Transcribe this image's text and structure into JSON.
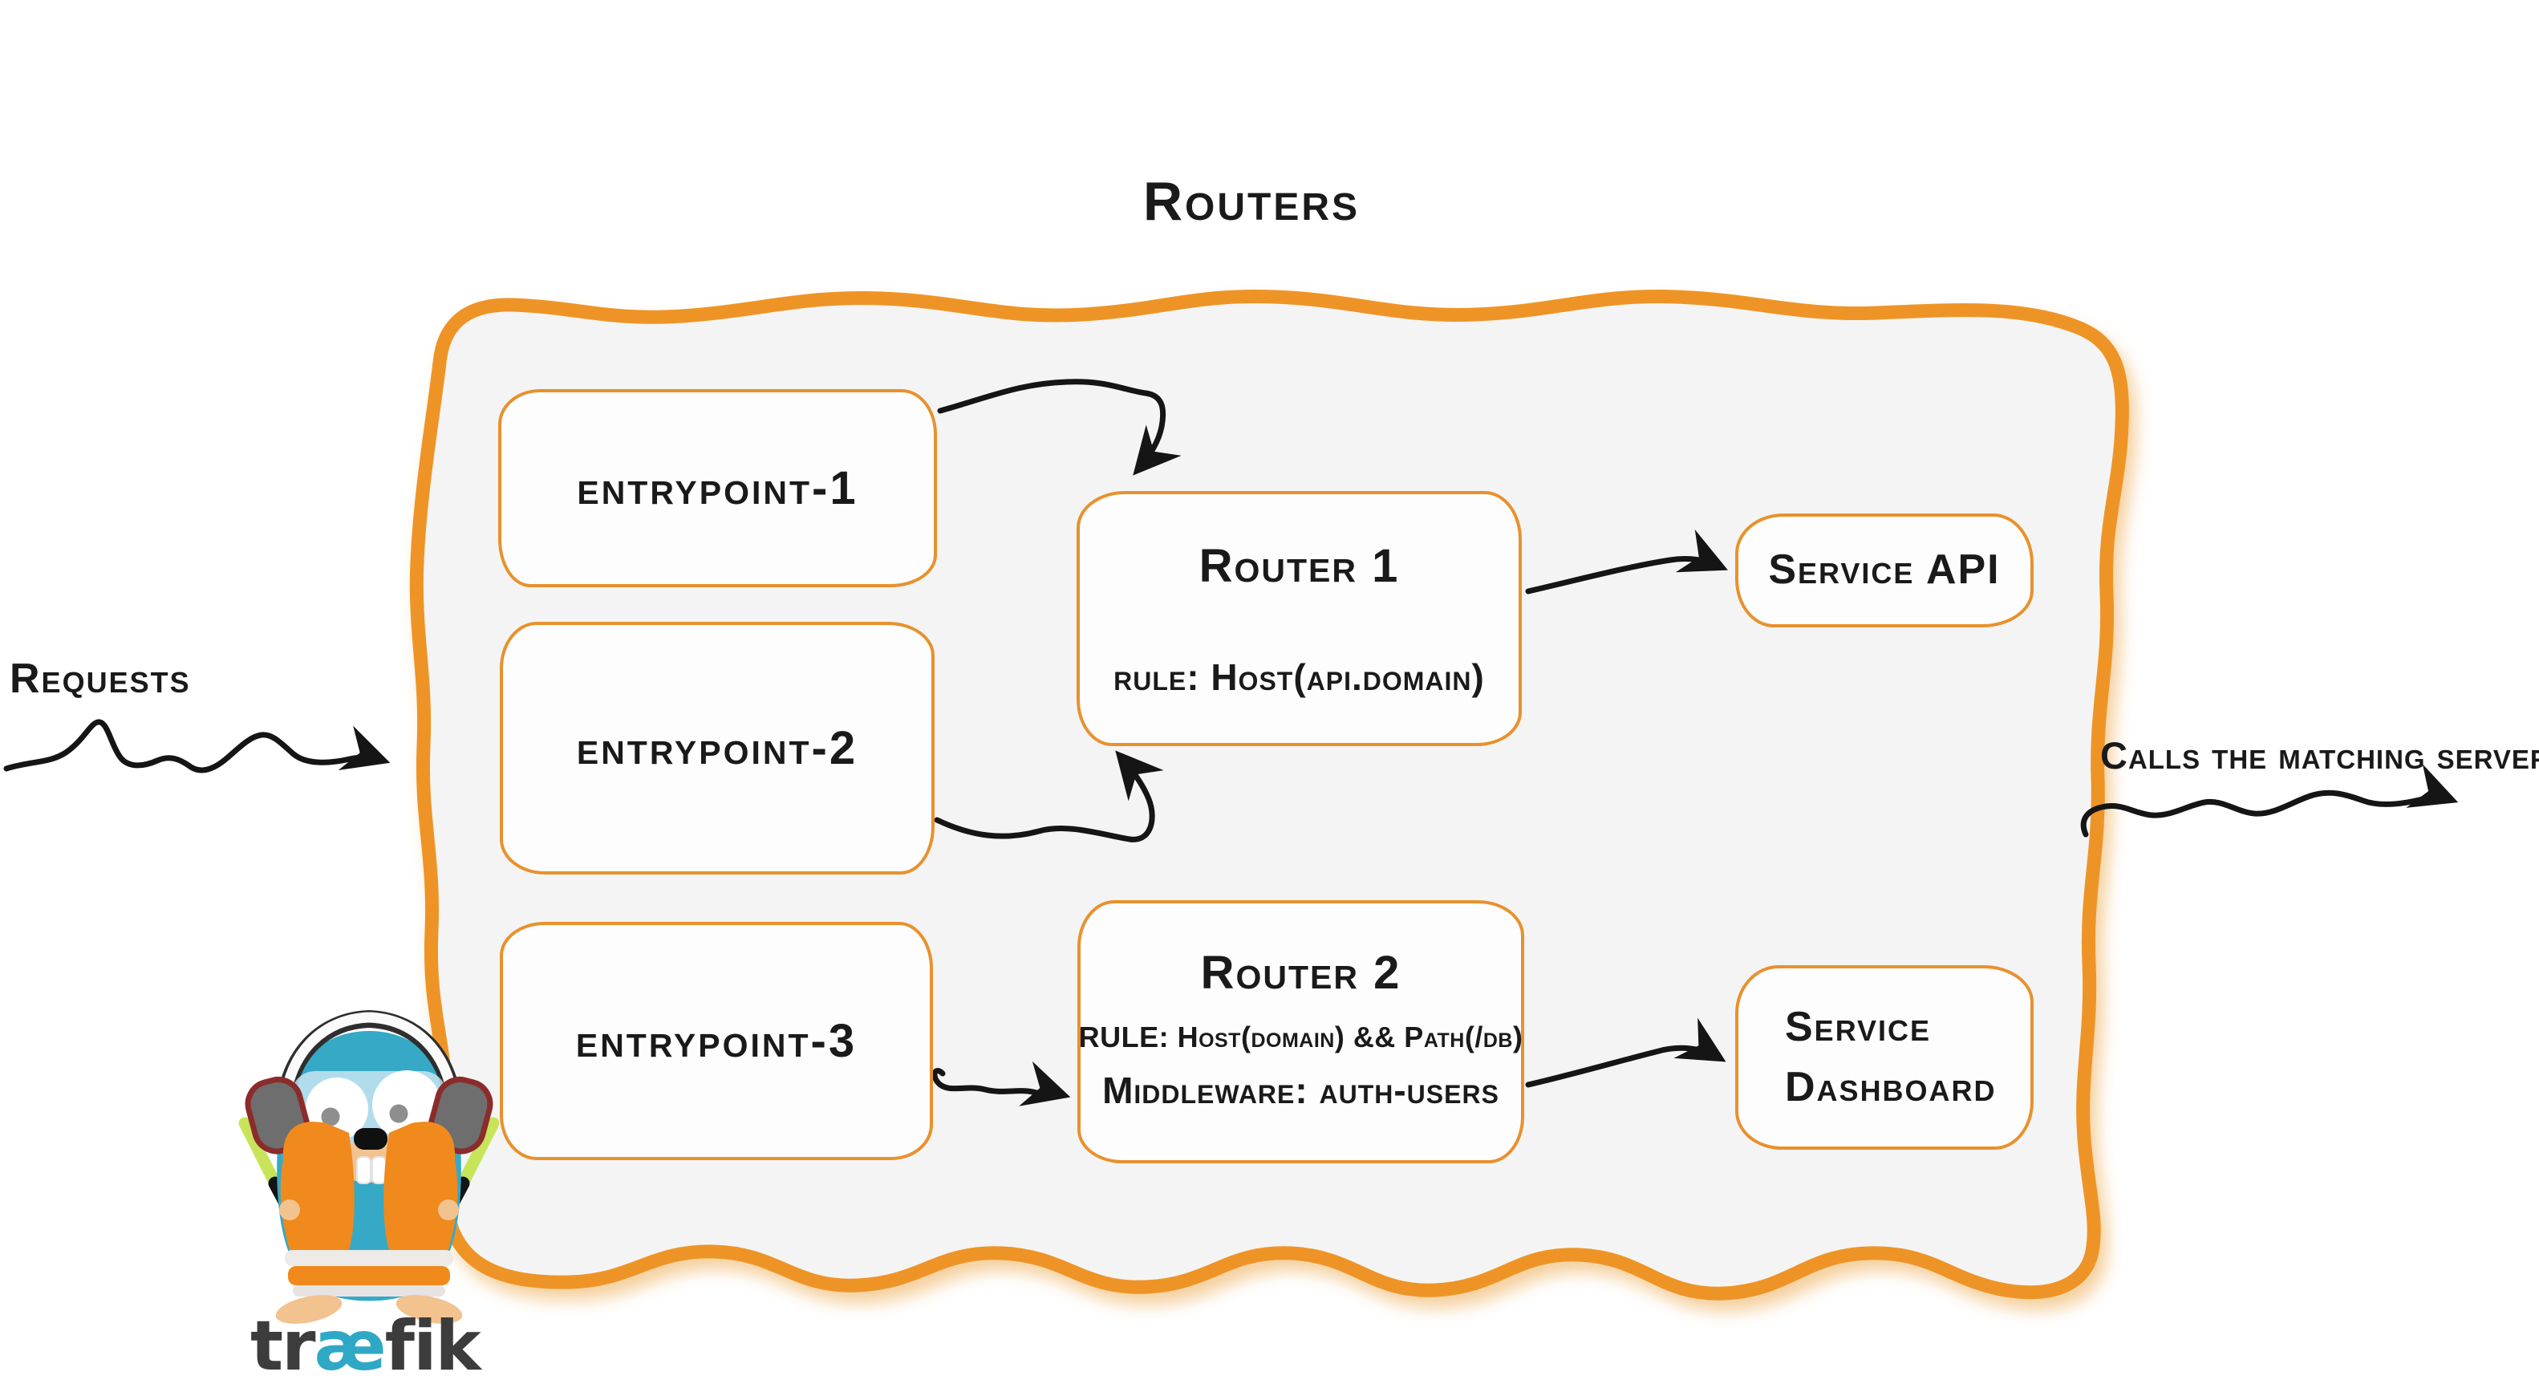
{
  "title": "Routers",
  "annotations": {
    "requests": "Requests",
    "calls_matching_server": "Calls the matching server"
  },
  "entrypoints": [
    {
      "label": "entrypoint-1"
    },
    {
      "label": "entrypoint-2"
    },
    {
      "label": "entrypoint-3"
    }
  ],
  "routers": [
    {
      "name": "Router 1",
      "rule": "rule: Host(api.domain)"
    },
    {
      "name": "Router 2",
      "rule": "RULE: Host(domain) && Path(/db)",
      "middleware": "Middleware: auth-users"
    }
  ],
  "services": [
    {
      "lines": [
        "Service API"
      ]
    },
    {
      "lines": [
        "Service",
        "Dashboard"
      ]
    }
  ],
  "logo": {
    "wordmark_left": "tr",
    "wordmark_ae": "æ",
    "wordmark_right": "fik",
    "mascot": "traefik-gopher"
  },
  "colors": {
    "container_border_orange": "#ee9426",
    "box_border_orange": "#e8912d",
    "container_fill": "#f4f4f4",
    "box_fill": "#fdfdfd",
    "ink_black": "#151515",
    "logo_blue": "#2fa8c5",
    "logo_dark_gray": "#3c3c3c",
    "gopher_blue": "#36a9c6",
    "vest_orange": "#f08a1d",
    "glowstick_green": "#c8e45a"
  }
}
